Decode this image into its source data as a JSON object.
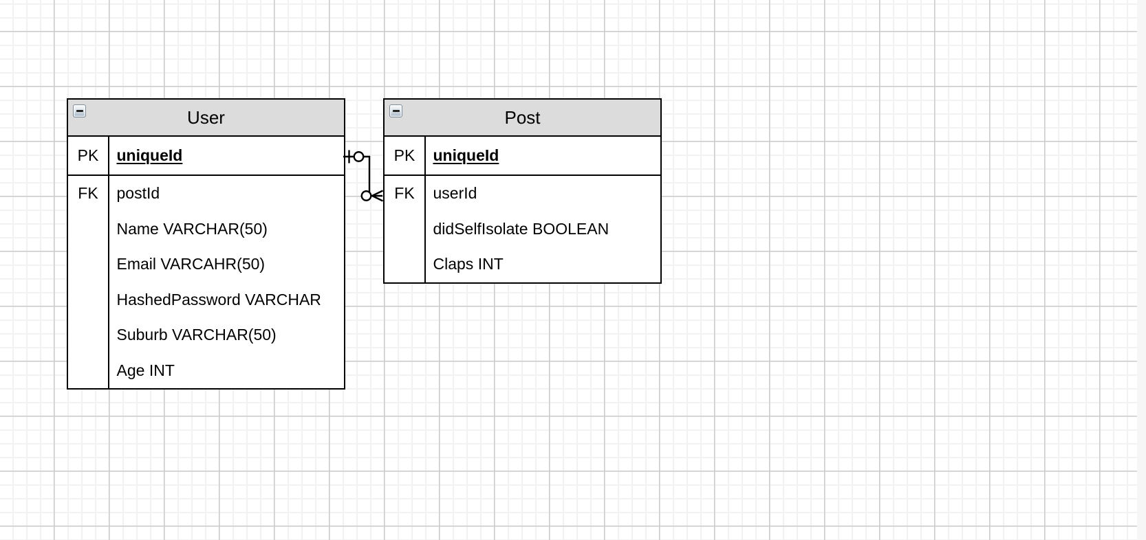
{
  "canvas": {
    "background_color": "#ffffff",
    "grid_minor_color": "#f2f2f2",
    "grid_major_color": "#cccccc",
    "scrollbar_track_color": "#f6f6f7"
  },
  "icons": {
    "collapse": "minus-in-square"
  },
  "entities": [
    {
      "title": "User",
      "header_fill": "#dcdcdc",
      "border_color": "#000000",
      "pk_label": "PK",
      "pk_field": "uniqueId",
      "fk_label": "FK",
      "fields": [
        "postId",
        "Name VARCHAR(50)",
        "Email VARCAHR(50)",
        "HashedPassword VARCHAR",
        "Suburb VARCHAR(50)",
        "Age INT"
      ]
    },
    {
      "title": "Post",
      "header_fill": "#dcdcdc",
      "border_color": "#000000",
      "pk_label": "PK",
      "pk_field": "uniqueId",
      "fk_label": "FK",
      "fields": [
        "userId",
        "didSelfIsolate BOOLEAN",
        "Claps INT"
      ]
    }
  ],
  "relationship": {
    "source_entity": "User",
    "source_field": "uniqueId",
    "target_entity": "Post",
    "target_field": "userId",
    "source_cardinality": "zero-or-one",
    "target_cardinality": "zero-or-many",
    "stroke_color": "#000000"
  }
}
